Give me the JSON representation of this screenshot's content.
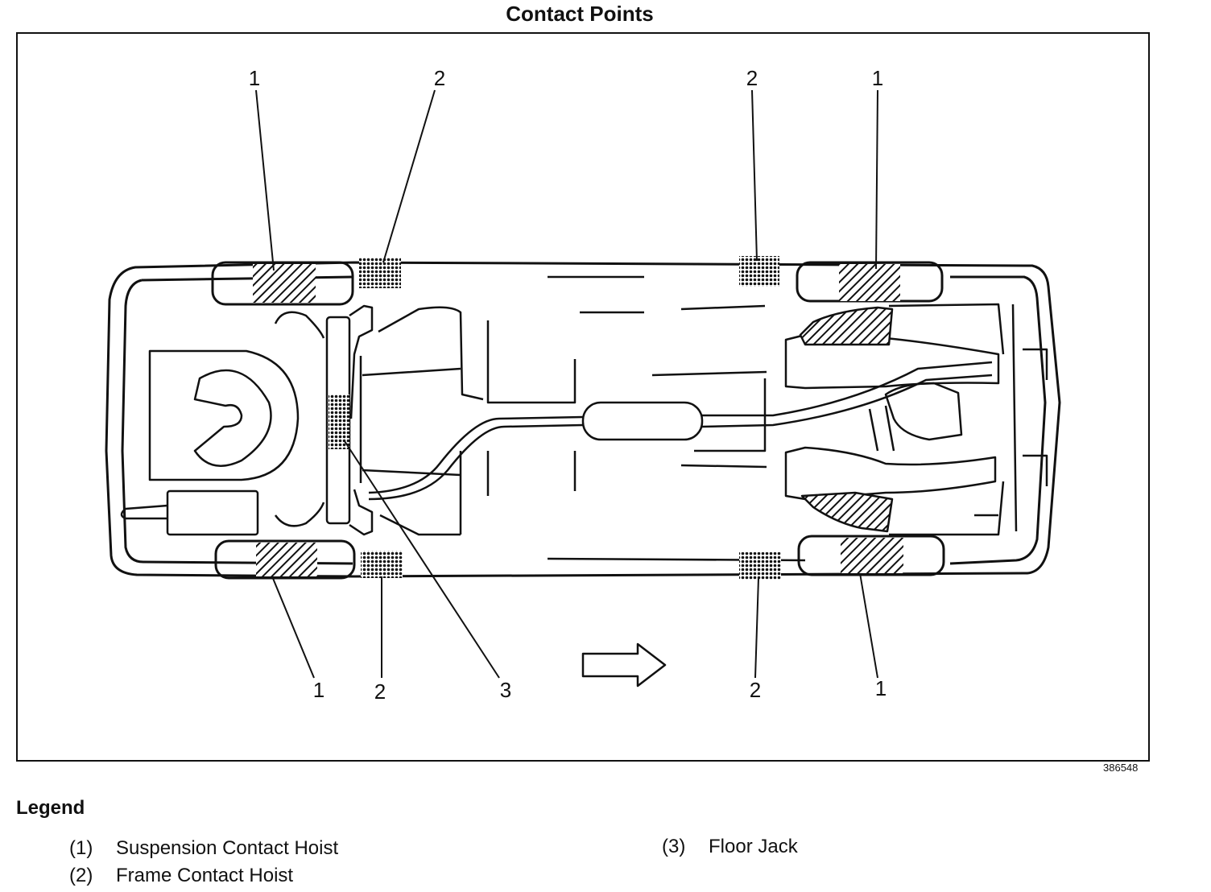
{
  "title": "Contact Points",
  "figure_id": "386548",
  "callouts": [
    "1",
    "2",
    "3"
  ],
  "legend": {
    "title": "Legend",
    "items": [
      {
        "num": "(1)",
        "label": "Suspension Contact Hoist"
      },
      {
        "num": "(2)",
        "label": "Frame Contact Hoist"
      },
      {
        "num": "(3)",
        "label": "Floor Jack"
      }
    ]
  },
  "colors": {
    "ink": "#111111",
    "paper": "#ffffff"
  }
}
